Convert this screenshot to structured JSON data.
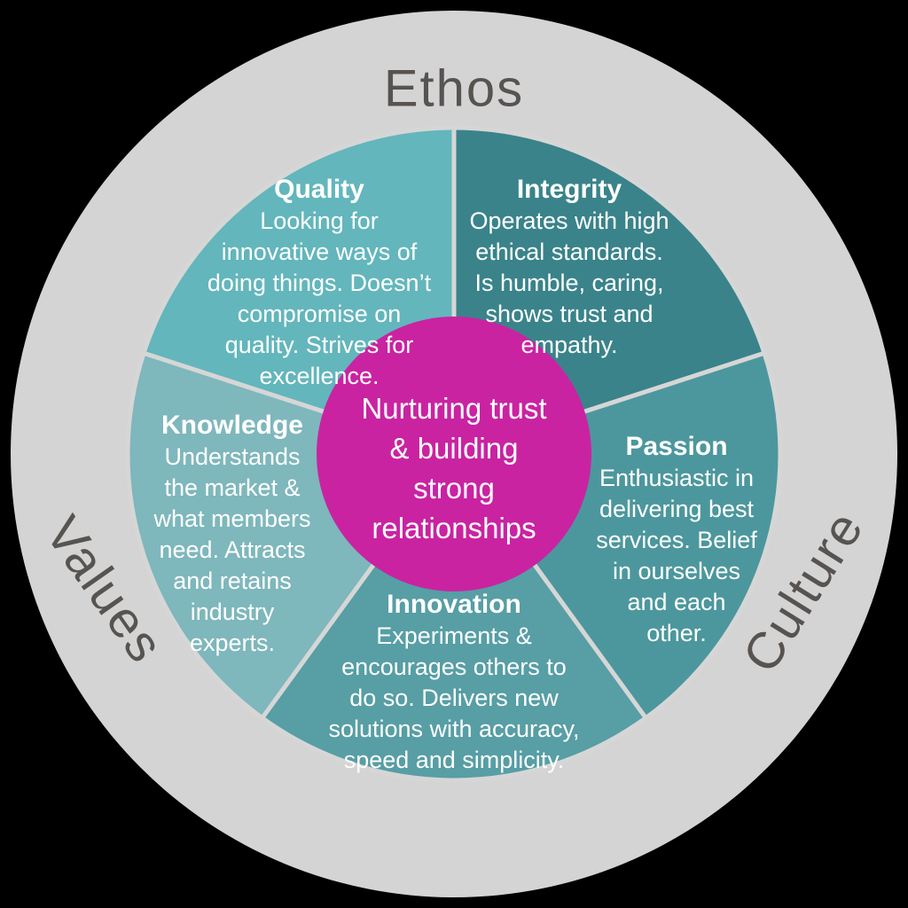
{
  "diagram": {
    "background_color": "#000000",
    "ring": {
      "color": "#d4d4d4",
      "label_color": "#575350",
      "label_top": "Ethos",
      "label_left": "Values",
      "label_right": "Culture"
    },
    "center": {
      "color": "#c923a2",
      "text_color": "#ffffff",
      "text": "Nurturing trust\n& building\nstrong\nrelationships"
    },
    "divider_color": "#d6d6d6",
    "segments": [
      {
        "name": "Quality",
        "color": "#63b6bc",
        "description": "Looking for\ninnovative ways of\ndoing things. Doesn’t\ncompromise on\nquality. Strives for\nexcellence."
      },
      {
        "name": "Integrity",
        "color": "#3a838a",
        "description": "Operates with high\nethical standards.\nIs humble, caring,\nshows trust and\nempathy."
      },
      {
        "name": "Passion",
        "color": "#4c979d",
        "description": "Enthusiastic in\ndelivering best\nservices. Belief\nin ourselves\nand each\nother."
      },
      {
        "name": "Innovation",
        "color": "#579ea5",
        "description": "Experiments &\nencourages others to\ndo so. Delivers new\nsolutions with accuracy,\nspeed and simplicity."
      },
      {
        "name": "Knowledge",
        "color": "#7eb7bc",
        "description": "Understands\nthe market &\nwhat members\nneed. Attracts\nand retains\nindustry\nexperts."
      }
    ]
  }
}
